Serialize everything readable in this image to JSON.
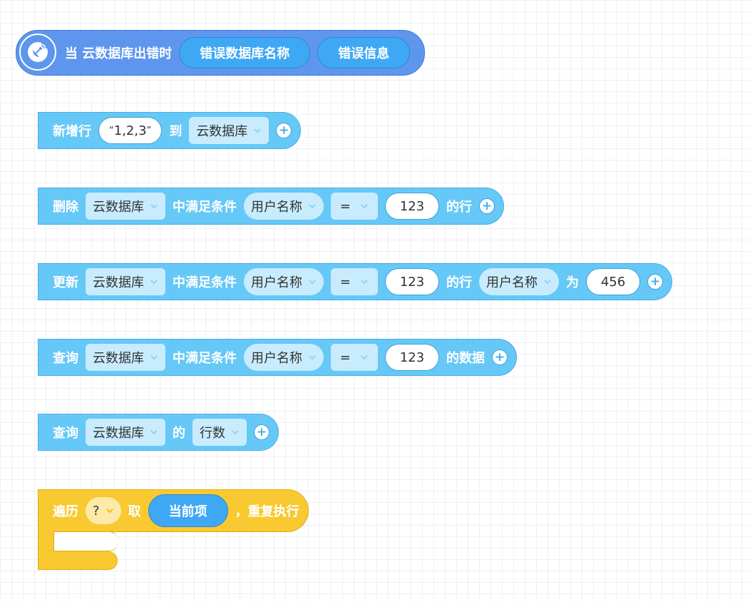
{
  "event_block": {
    "icon": "satellite-dish-icon",
    "label": "当 云数据库出错时",
    "param1": "错误数据库名称",
    "param2": "错误信息"
  },
  "add_row": {
    "label": "新增行",
    "value": "1,2,3",
    "open_quote": "“",
    "close_quote": "”",
    "to": "到",
    "database": "云数据库"
  },
  "delete_block": {
    "label": "删除",
    "database": "云数据库",
    "condition": "中满足条件",
    "field": "用户名称",
    "op": "=",
    "value": "123",
    "suffix": "的行"
  },
  "update_block": {
    "label": "更新",
    "database": "云数据库",
    "condition": "中满足条件",
    "field": "用户名称",
    "op": "=",
    "value": "123",
    "row": "的行",
    "field2": "用户名称",
    "as": "为",
    "value2": "456"
  },
  "query_data": {
    "label": "查询",
    "database": "云数据库",
    "condition": "中满足条件",
    "field": "用户名称",
    "op": "=",
    "value": "123",
    "suffix": "的数据"
  },
  "query_count": {
    "label": "查询",
    "database": "云数据库",
    "of": "的",
    "property": "行数"
  },
  "loop_block": {
    "label": "遍历",
    "var": "?",
    "take": "取",
    "item": "当前项",
    "repeat": "，重复执行"
  },
  "colors": {
    "cloud_block": "#66c8f7",
    "event_block": "#5e96ee",
    "loop_block": "#f8c930",
    "field_pill": "#3ea8f5",
    "plus_icon": "#41aef0"
  }
}
